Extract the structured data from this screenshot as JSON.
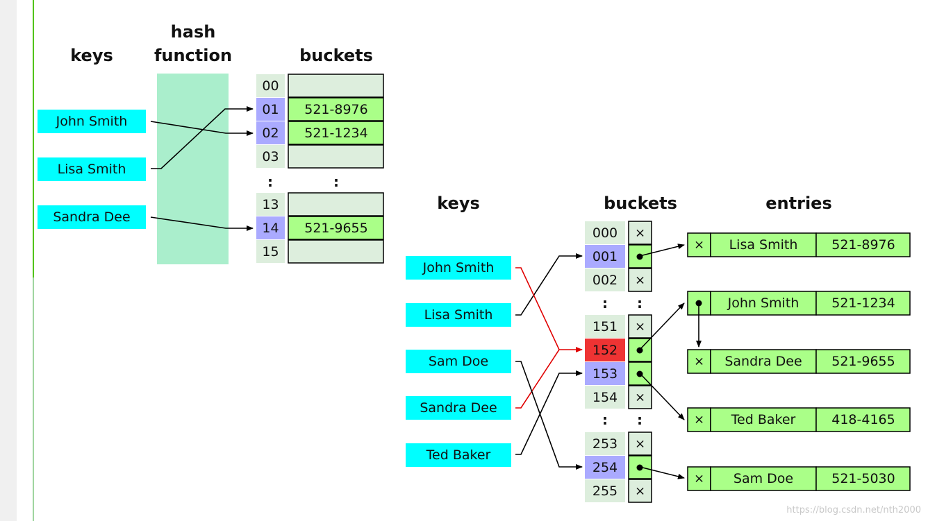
{
  "diagram1": {
    "headers": {
      "keys": "keys",
      "hash_line1": "hash",
      "hash_line2": "function",
      "buckets": "buckets"
    },
    "keys": [
      "John Smith",
      "Lisa Smith",
      "Sandra Dee"
    ],
    "bucket_indices": [
      "00",
      "01",
      "02",
      "03",
      "13",
      "14",
      "15"
    ],
    "bucket_values": [
      "",
      "521-8976",
      "521-1234",
      "",
      "",
      "521-9655",
      ""
    ],
    "ellipsis": ":"
  },
  "diagram2": {
    "headers": {
      "keys": "keys",
      "buckets": "buckets",
      "entries": "entries"
    },
    "keys": [
      "John Smith",
      "Lisa Smith",
      "Sam Doe",
      "Sandra Dee",
      "Ted Baker"
    ],
    "bucket_indices": [
      "000",
      "001",
      "002",
      "151",
      "152",
      "153",
      "154",
      "253",
      "254",
      "255"
    ],
    "null_mark": "×",
    "ellipsis": ":",
    "entries": [
      {
        "name": "Lisa Smith",
        "phone": "521-8976"
      },
      {
        "name": "John Smith",
        "phone": "521-1234"
      },
      {
        "name": "Sandra Dee",
        "phone": "521-9655"
      },
      {
        "name": "Ted Baker",
        "phone": "418-4165"
      },
      {
        "name": "Sam Doe",
        "phone": "521-5030"
      }
    ]
  },
  "colors": {
    "key_box": "#00ffff",
    "hash_band": "#aaeecc",
    "index_plain": "#ddeedd",
    "index_used": "#aaaaff",
    "index_collision": "#ee3333",
    "filled": "#aaff88",
    "empty": "#ddeedd",
    "collision_arrow": "#e00000"
  },
  "watermark": "https://blog.csdn.net/nth2000"
}
